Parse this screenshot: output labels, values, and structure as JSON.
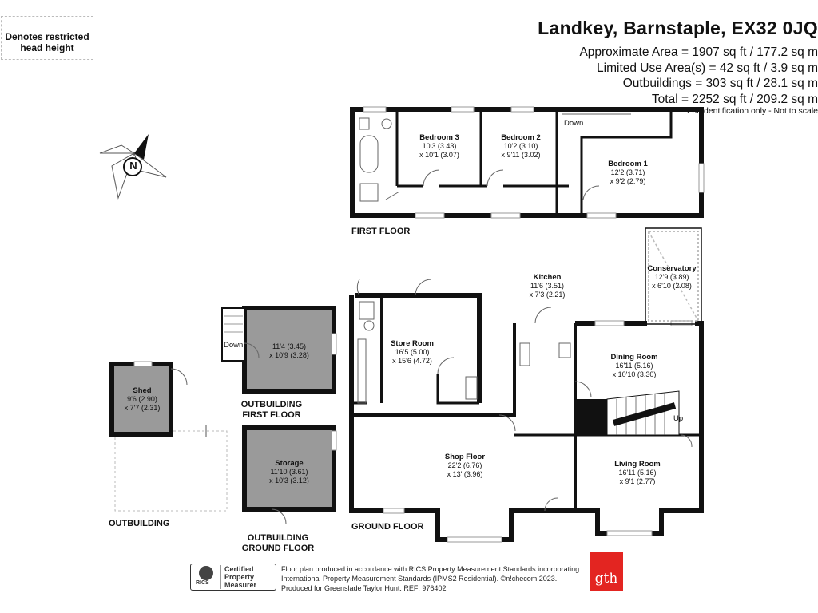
{
  "header": {
    "address": "Landkey, Barnstaple, EX32 0JQ",
    "areas": [
      "Approximate Area = 1907 sq ft / 177.2 sq m",
      "Limited Use Area(s) = 42 sq ft / 3.9 sq m",
      "Outbuildings = 303 sq ft / 28.1 sq m",
      "Total = 2252 sq ft / 209.2 sq m"
    ],
    "disclaimer": "For identification only - Not to scale"
  },
  "legend": {
    "text_line1": "Denotes restricted",
    "text_line2": "head height"
  },
  "compass": {
    "letter": "N"
  },
  "sections": {
    "first_floor": "FIRST FLOOR",
    "ground_floor": "GROUND FLOOR",
    "outbuilding": "OUTBUILDING",
    "outbuilding_first_l1": "OUTBUILDING",
    "outbuilding_first_l2": "FIRST FLOOR",
    "outbuilding_ground_l1": "OUTBUILDING",
    "outbuilding_ground_l2": "GROUND FLOOR"
  },
  "rooms": {
    "bedroom3": {
      "name": "Bedroom 3",
      "d1": "10'3 (3.43)",
      "d2": "x 10'1 (3.07)"
    },
    "bedroom2": {
      "name": "Bedroom 2",
      "d1": "10'2 (3.10)",
      "d2": "x 9'11 (3.02)"
    },
    "bedroom1": {
      "name": "Bedroom 1",
      "d1": "12'2 (3.71)",
      "d2": "x 9'2 (2.79)"
    },
    "kitchen": {
      "name": "Kitchen",
      "d1": "11'6 (3.51)",
      "d2": "x 7'3 (2.21)"
    },
    "conservatory": {
      "name": "Conservatory",
      "d1": "12'9 (3.89)",
      "d2": "x 6'10 (2.08)"
    },
    "store_room": {
      "name": "Store Room",
      "d1": "16'5 (5.00)",
      "d2": "x 15'6 (4.72)"
    },
    "dining_room": {
      "name": "Dining Room",
      "d1": "16'11 (5.16)",
      "d2": "x 10'10 (3.30)"
    },
    "shop_floor": {
      "name": "Shop Floor",
      "d1": "22'2 (6.76)",
      "d2": "x 13' (3.96)"
    },
    "living_room": {
      "name": "Living Room",
      "d1": "16'11 (5.16)",
      "d2": "x 9'1 (2.77)"
    },
    "outbuilding_upper": {
      "d1": "11'4 (3.45)",
      "d2": "x 10'9 (3.28)"
    },
    "storage": {
      "name": "Storage",
      "d1": "11'10 (3.61)",
      "d2": "x 10'3 (3.12)"
    },
    "shed": {
      "name": "Shed",
      "d1": "9'6 (2.90)",
      "d2": "x 7'7 (2.31)"
    }
  },
  "stairs": {
    "down_first": "Down",
    "down_outbuilding": "Down",
    "up_ground": "Up"
  },
  "footer": {
    "line1": "Floor plan produced in accordance with RICS Property Measurement Standards incorporating",
    "line2": "International Property Measurement Standards (IPMS2 Residential).  ©n!checom 2023.",
    "line3": "Produced for Greenslade Taylor Hunt.   REF:  976402",
    "rics_badge": "RICS",
    "rics_l1": "Certified",
    "rics_l2": "Property",
    "rics_l3": "Measurer",
    "agent_logo": "gth"
  },
  "colors": {
    "wall": "#111111",
    "restricted": "#9a9a9a",
    "window": "#bbbbbb"
  }
}
